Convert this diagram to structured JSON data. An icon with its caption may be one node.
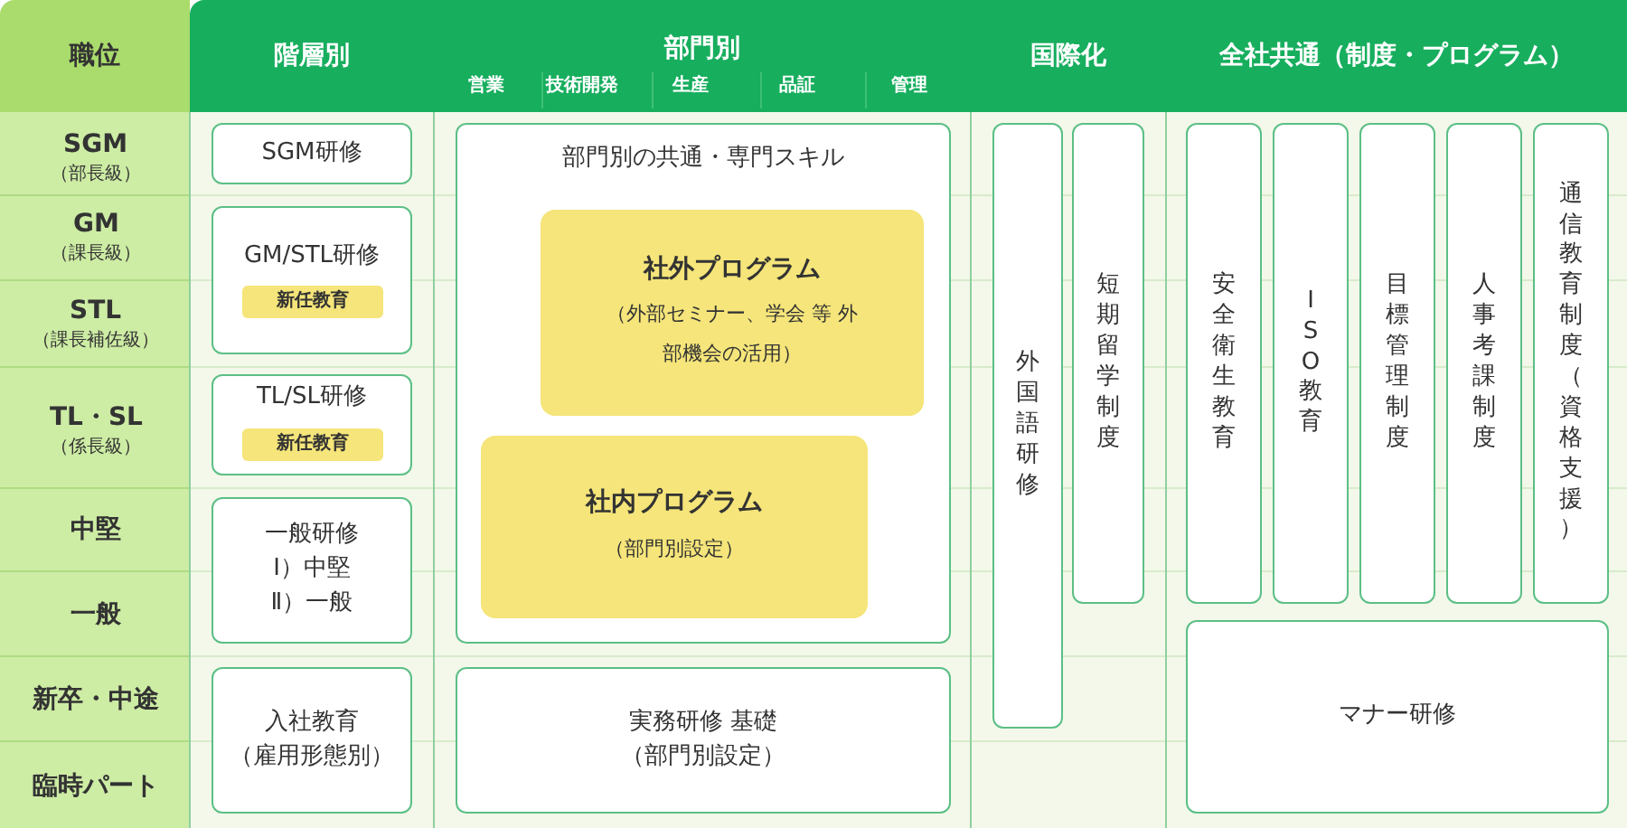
{
  "diagram": {
    "nodes": [
      {
        "text": [
          "職位"
        ]
      },
      {
        "text": [
          "階層別"
        ]
      },
      {
        "text": [
          "部門別"
        ]
      },
      {
        "text": [
          "国際化"
        ]
      },
      {
        "text": [
          "全社共通（制度・プログラム）"
        ]
      },
      {
        "text": [
          "SGM研修"
        ]
      },
      {
        "text": [
          "GM/STL研修"
        ]
      },
      {
        "text": [
          "新任教育"
        ],
        "in": 6
      },
      {
        "text": [
          "TL/SL研修"
        ]
      },
      {
        "text": [
          "新任教育"
        ],
        "in": 8
      },
      {
        "text": [
          "一般研修",
          "Ⅰ）中堅",
          "Ⅱ）一般"
        ]
      },
      {
        "text": [
          "入社教育",
          "（雇用形態別）"
        ]
      },
      {
        "text": [
          "部門別の共通・専門スキル"
        ]
      },
      {
        "text": [
          "社外プログラム",
          "（外部セミナー、学会 等 外部機会の活用）"
        ],
        "in": 12
      },
      {
        "text": [
          "社内プログラム",
          "（部門別設定）"
        ],
        "in": 12
      },
      {
        "text": [
          "実務研修 基礎",
          "（部門別設定）"
        ]
      },
      {
        "text": [
          "外国語研修"
        ]
      },
      {
        "text": [
          "短期留学制度"
        ]
      },
      {
        "text": [
          "安全衛生教育"
        ]
      },
      {
        "text": [
          "ISO教育"
        ]
      },
      {
        "text": [
          "目標管理制度"
        ]
      },
      {
        "text": [
          "人事考課制度"
        ]
      },
      {
        "text": [
          "通信教育制度（資格支援）"
        ]
      },
      {
        "text": [
          "マナー研修"
        ]
      }
    ],
    "labels": [
      "営業",
      "技術開発",
      "生産",
      "品証",
      "管理",
      "SGM",
      "（部長級）",
      "GM",
      "（課長級）",
      "STL",
      "（課長補佐級）",
      "TL・SL",
      "（係長級）",
      "中堅",
      "一般",
      "新卒・中途",
      "臨時パート"
    ]
  }
}
